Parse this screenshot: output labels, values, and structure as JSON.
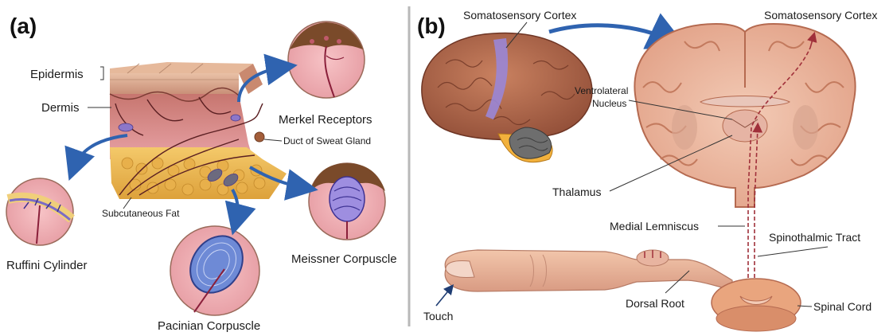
{
  "panel_a": {
    "letter": "(a)",
    "labels": {
      "epidermis": "Epidermis",
      "dermis": "Dermis",
      "merkel": "Merkel Receptors",
      "sweat_duct": "Duct of Sweat Gland",
      "subcutaneous": "Subcutaneous Fat",
      "ruffini": "Ruffini Cylinder",
      "meissner": "Meissner Corpuscle",
      "pacinian": "Pacinian Corpuscle"
    }
  },
  "panel_b": {
    "letter": "(b)",
    "labels": {
      "cortex_left": "Somatosensory Cortex",
      "cortex_right": "Somatosensory Cortex",
      "vl_line1": "Ventrolateral",
      "vl_line2": "Nucleus",
      "thalamus": "Thalamus",
      "medial_lemniscus": "Medial Lemniscus",
      "spinothalamic": "Spinothalmic Tract",
      "dorsal_root": "Dorsal Root",
      "spinal_cord": "Spinal Cord",
      "touch": "Touch"
    }
  },
  "colors": {
    "skin_pink": "#e7a5a9",
    "fat_yellow": "#f0c060",
    "brain_brown": "#b86a4a",
    "cortex_purple": "#9a86d6",
    "nerve_red": "#a0303a",
    "arrow_blue": "#2f63b0"
  }
}
